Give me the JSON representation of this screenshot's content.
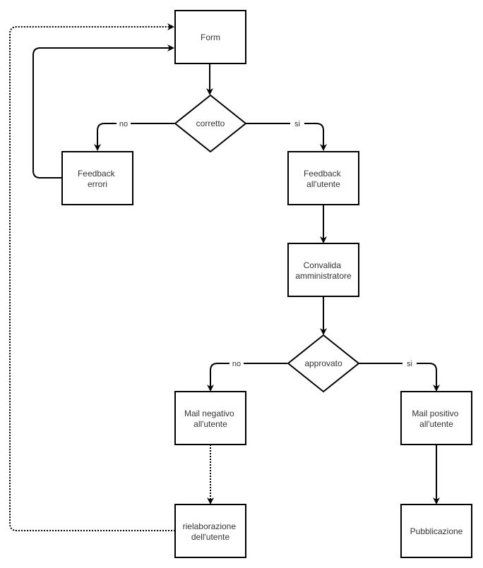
{
  "nodes": {
    "form": {
      "lines": [
        "Form"
      ]
    },
    "corretto": {
      "lines": [
        "corretto"
      ]
    },
    "feedback_errori": {
      "lines": [
        "Feedback",
        "errori"
      ]
    },
    "feedback_utente": {
      "lines": [
        "Feedback",
        "all'utente"
      ]
    },
    "convalida": {
      "lines": [
        "Convalida",
        "amministratore"
      ]
    },
    "approvato": {
      "lines": [
        "approvato"
      ]
    },
    "mail_negativo": {
      "lines": [
        "Mail negativo",
        "all'utente"
      ]
    },
    "mail_positivo": {
      "lines": [
        "Mail positivo",
        "all'utente"
      ]
    },
    "rielaborazione": {
      "lines": [
        "rielaborazione",
        "dell'utente"
      ]
    },
    "pubblicazione": {
      "lines": [
        "Pubblicazione"
      ]
    }
  },
  "edge_labels": {
    "corretto_no": "no",
    "corretto_si": "si",
    "approvato_no": "no",
    "approvato_si": "si"
  }
}
